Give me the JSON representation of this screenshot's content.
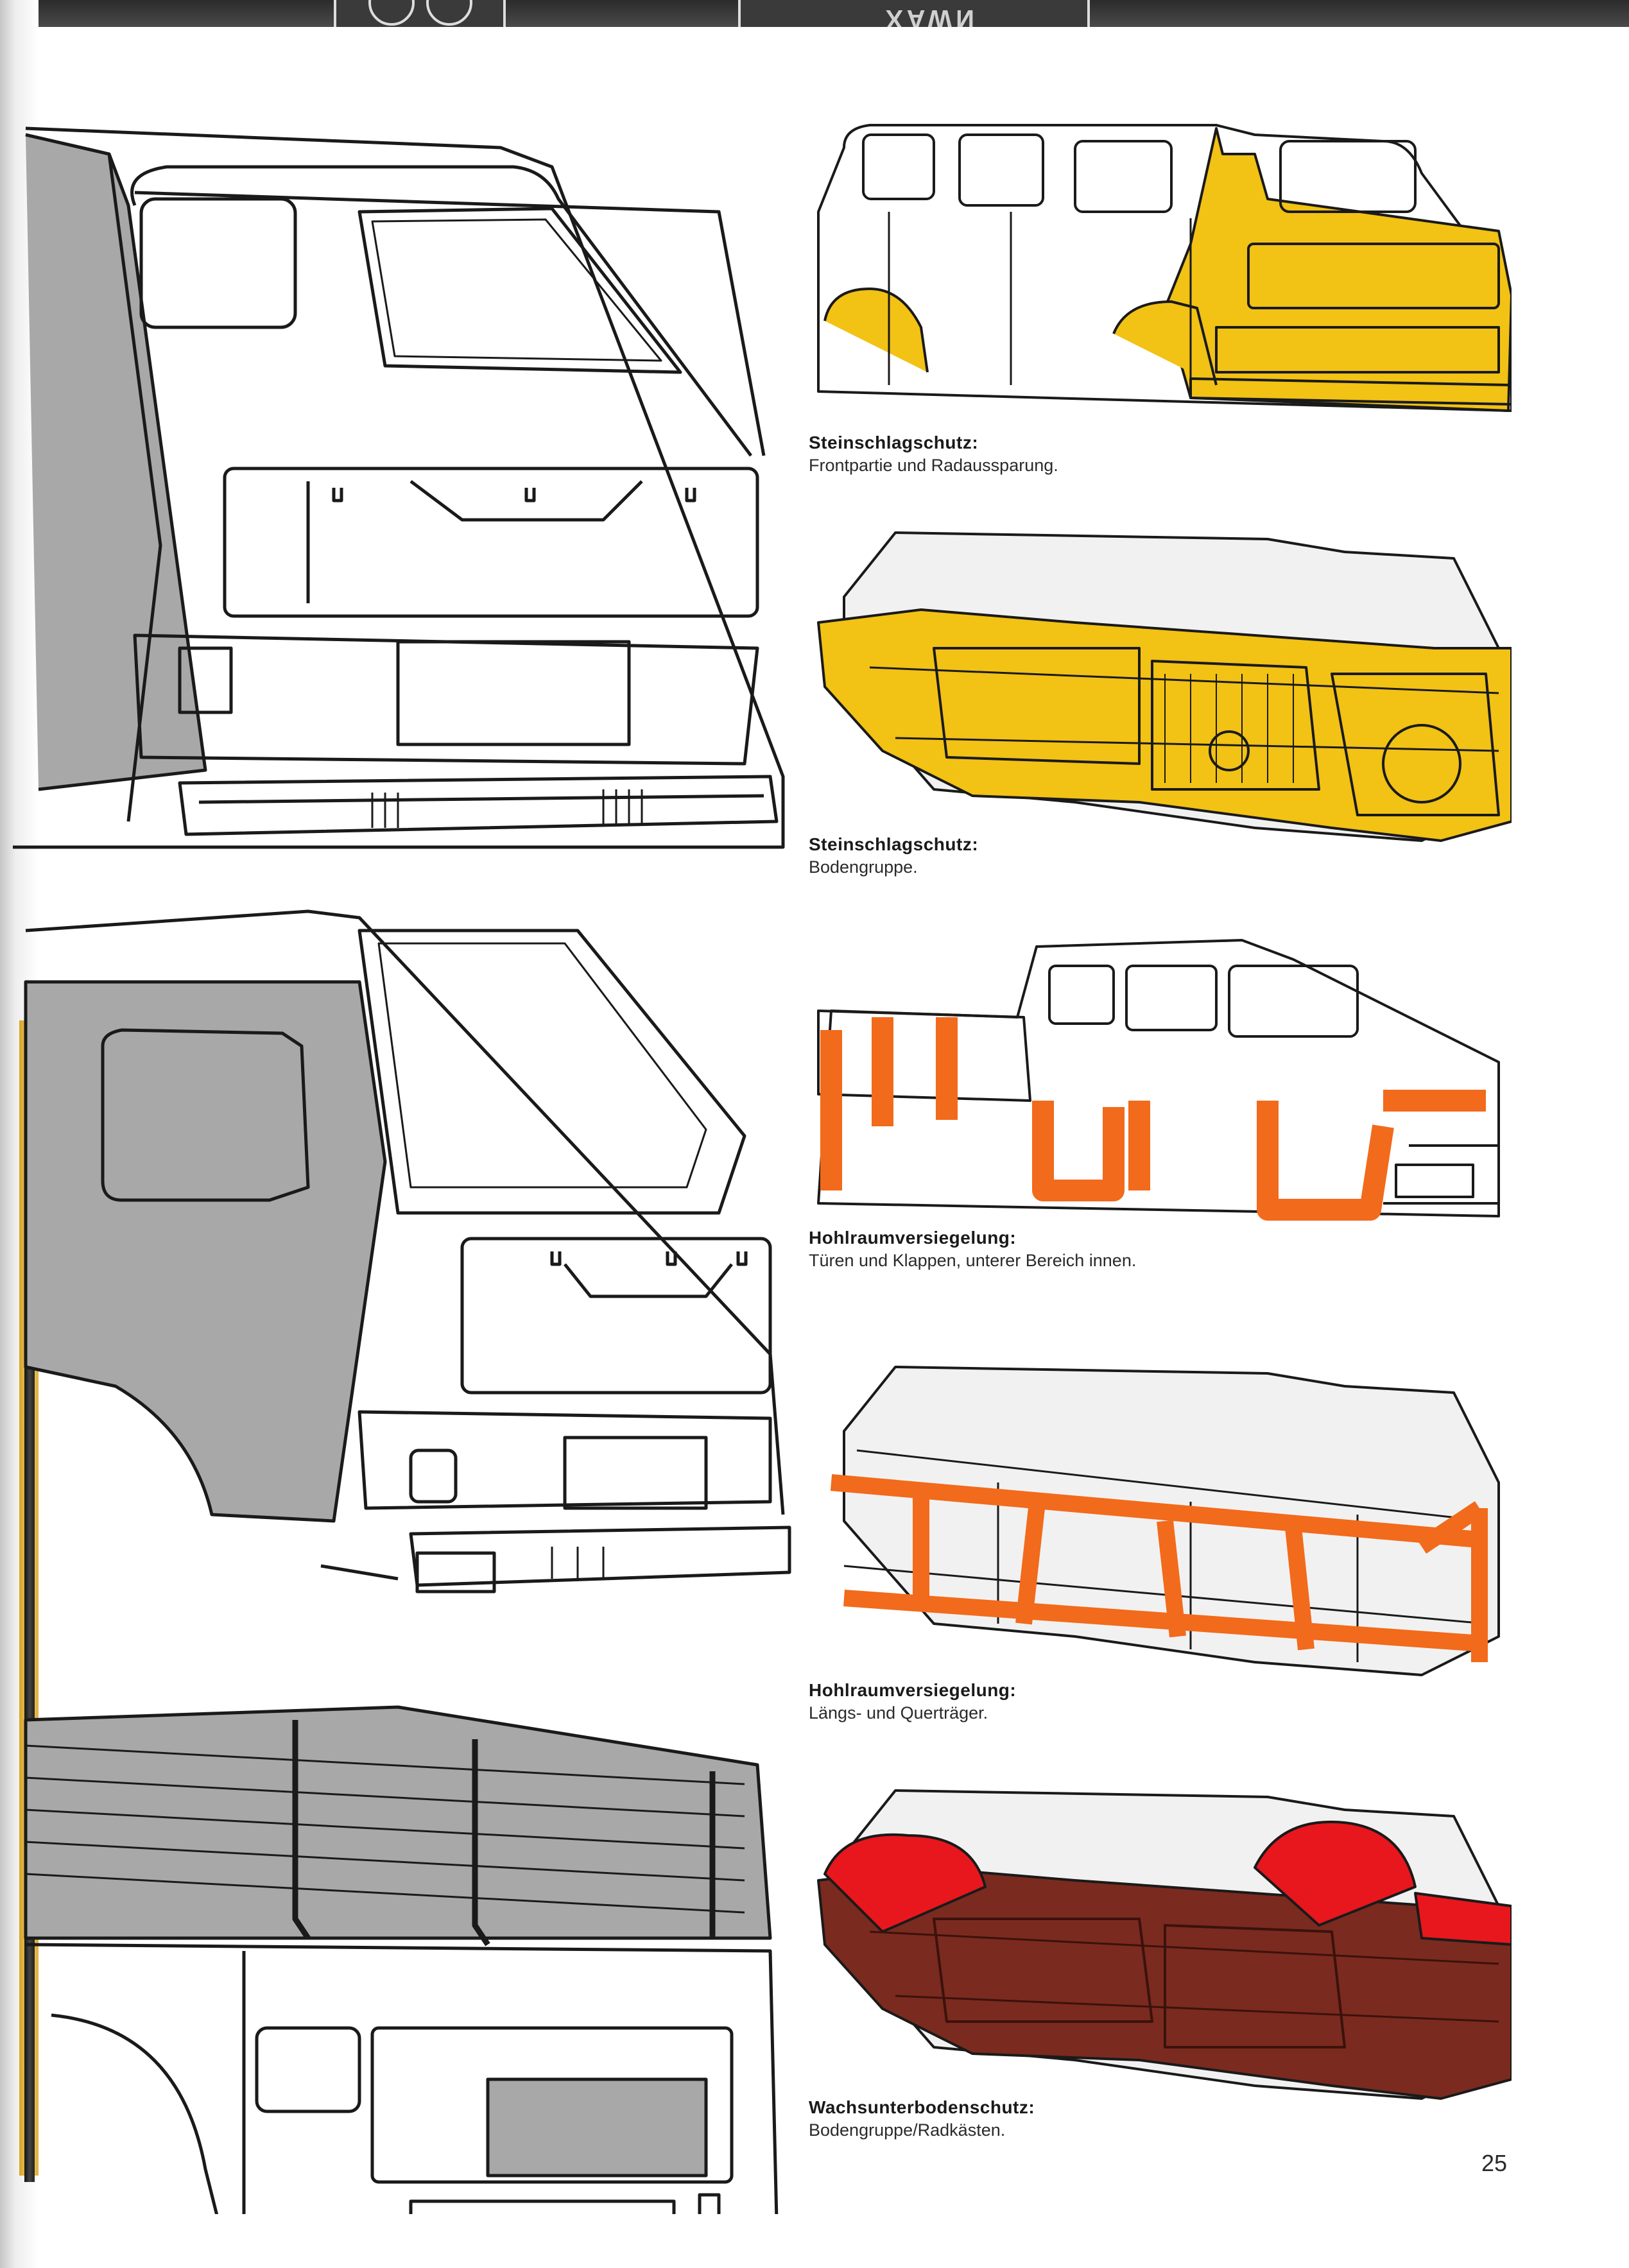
{
  "colors": {
    "line": "#1a1a1a",
    "panel_grey": "#a8a8a8",
    "yellow": "#f2c214",
    "orange": "#f26a1b",
    "red": "#e8171d",
    "brown": "#7b2a1f"
  },
  "illustrations": [
    {
      "name": "stone-chip-front",
      "highlight": "yellow",
      "caption_title": "Steinschlagschutz:",
      "caption_desc": "Frontpartie und Radaussparung."
    },
    {
      "name": "stone-chip-floor",
      "highlight": "yellow",
      "caption_title": "Steinschlagschutz:",
      "caption_desc": "Bodengruppe."
    },
    {
      "name": "cavity-doors",
      "highlight": "orange",
      "caption_title": "Hohlraumversiegelung:",
      "caption_desc": "Türen und Klappen, unterer Bereich innen."
    },
    {
      "name": "cavity-rails",
      "highlight": "orange",
      "caption_title": "Hohlraumversiegelung:",
      "caption_desc": "Längs- und Querträger."
    },
    {
      "name": "wax-underbody",
      "highlight": "red",
      "caption_title": "Wachsunterbodenschutz:",
      "caption_desc": "Bodengruppe/Radkästen."
    }
  ],
  "page_number": "25"
}
